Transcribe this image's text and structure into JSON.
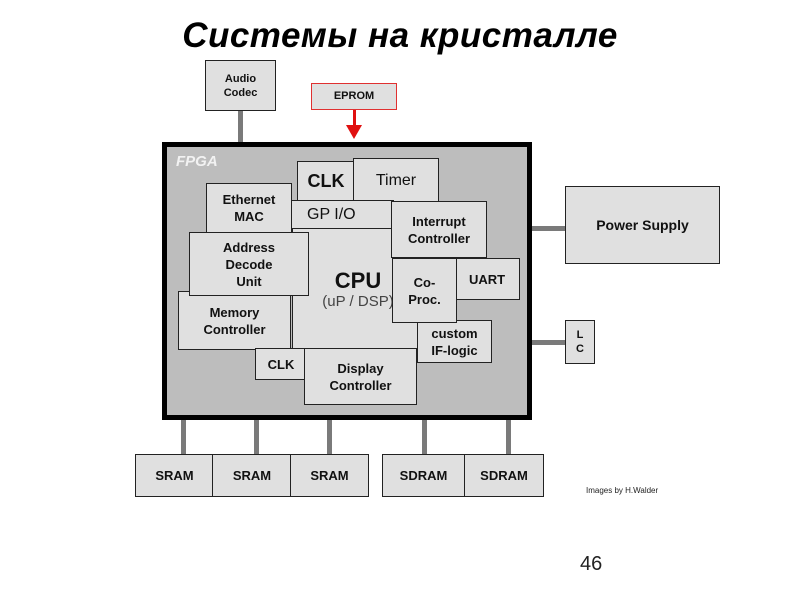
{
  "slide": {
    "title": "Системы  на кристалле",
    "page_number": "46",
    "credit": "Images by H.Walder"
  },
  "external": {
    "audio_codec": "Audio\nCodec",
    "eprom": "EPROM",
    "power_supply": "Power Supply",
    "lc": "L\nC",
    "memory": [
      "SRAM",
      "SRAM",
      "SRAM",
      "SDRAM",
      "SDRAM"
    ]
  },
  "fpga": {
    "label": "FPGA",
    "blocks": {
      "clk_top": "CLK",
      "timer": "Timer",
      "ethernet_mac": "Ethernet\nMAC",
      "gpio": "GP I/O",
      "interrupt_controller": "Interrupt\nController",
      "address_decode_unit": "Address\nDecode\nUnit",
      "cpu": "CPU",
      "cpu_sub": "(uP / DSP)",
      "coproc": "Co-\nProc.",
      "uart": "UART",
      "memory_controller": "Memory\nController",
      "custom_if_logic": "custom\nIF-logic",
      "clk_bottom": "CLK",
      "display_controller": "Display\nController"
    }
  },
  "colors": {
    "block_fill": "#e0e0e0",
    "fpga_fill": "#bdbdbd",
    "fpga_border": "#000000",
    "connector": "#7a7a7a",
    "eprom_accent": "#e01010"
  }
}
